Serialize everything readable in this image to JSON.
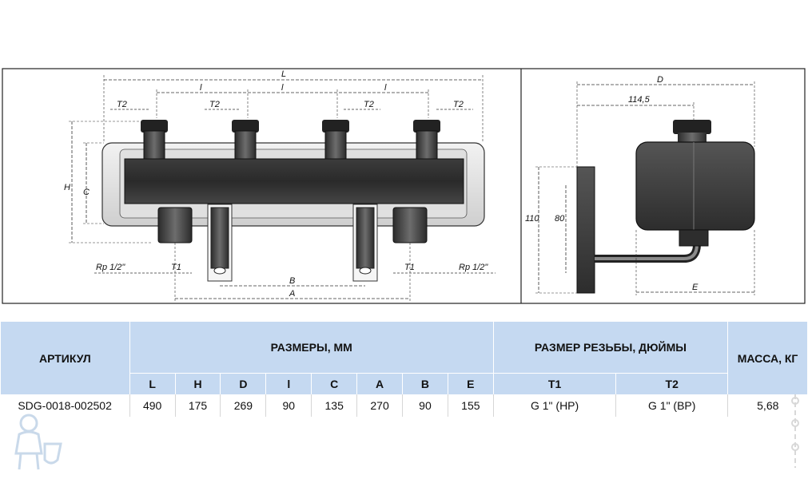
{
  "drawing": {
    "front": {
      "L": "L",
      "l1": "l",
      "l2": "l",
      "l3": "l",
      "T2_1": "T2",
      "T2_2": "T2",
      "T2_3": "T2",
      "T2_4": "T2",
      "H": "H",
      "C": "C",
      "B": "B",
      "A": "A",
      "T1_1": "T1",
      "T1_2": "T1",
      "Rp_left": "Rp 1/2\"",
      "Rp_right": "Rp 1/2\""
    },
    "side": {
      "D": "D",
      "d1145": "114,5",
      "h110": "110",
      "h80": "80",
      "E": "E"
    }
  },
  "table": {
    "h_article": "АРТИКУЛ",
    "h_sizes": "РАЗМЕРЫ, ММ",
    "h_thread": "РАЗМЕР РЕЗЬБЫ, ДЮЙМЫ",
    "h_mass": "МАССА, КГ",
    "sub": {
      "L": "L",
      "H": "H",
      "D": "D",
      "l": "l",
      "C": "C",
      "A": "A",
      "B": "B",
      "E": "E",
      "T1": "T1",
      "T2": "T2"
    },
    "row": {
      "article": "SDG-0018-002502",
      "L": "490",
      "H": "175",
      "D": "269",
      "l": "90",
      "C": "135",
      "A": "270",
      "B": "90",
      "E": "155",
      "T1": "G 1\" (НР)",
      "T2": "G 1\" (ВР)",
      "mass": "5,68"
    }
  }
}
